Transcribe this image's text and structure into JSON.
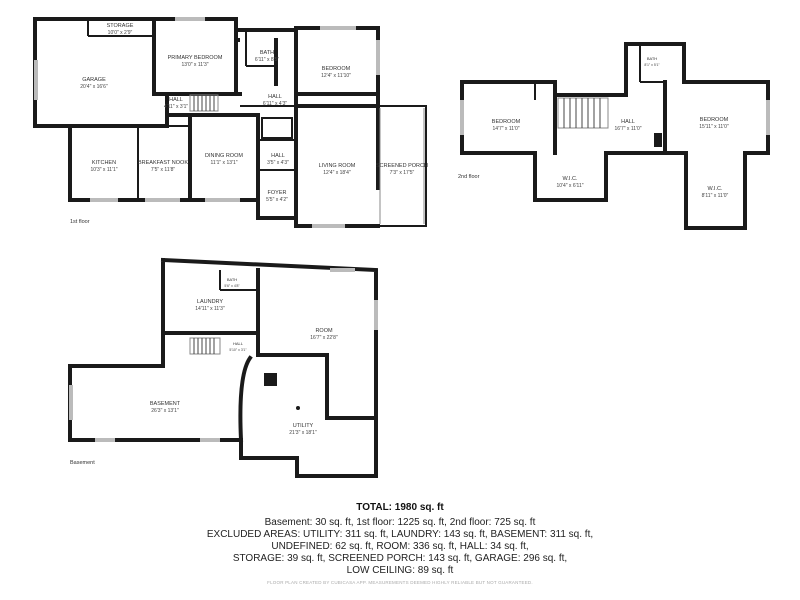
{
  "floors": {
    "first": {
      "label": "1st floor",
      "rooms": {
        "storage": {
          "name": "STORAGE",
          "dim": "10'0\" x 2'9\""
        },
        "garage": {
          "name": "GARAGE",
          "dim": "20'4\" x 16'6\""
        },
        "primary_bedroom": {
          "name": "PRIMARY BEDROOM",
          "dim": "13'0\" x 11'3\""
        },
        "bath": {
          "name": "BATH",
          "dim": "6'11\" x 8'5\""
        },
        "bedroom": {
          "name": "BEDROOM",
          "dim": "12'4\" x 11'10\""
        },
        "hall_top": {
          "name": "HALL",
          "dim": "6'11\" x 4'3\""
        },
        "hall_small": {
          "name": "HALL",
          "dim": "4'11\" x 3'1\""
        },
        "kitchen": {
          "name": "KITCHEN",
          "dim": "10'3\" x 11'1\""
        },
        "breakfast_nook": {
          "name": "BREAKFAST NOOK",
          "dim": "7'5\" x 11'8\""
        },
        "dining_room": {
          "name": "DINING ROOM",
          "dim": "11'1\" x 13'1\""
        },
        "hall_mid": {
          "name": "HALL",
          "dim": "3'5\" x 4'3\""
        },
        "foyer": {
          "name": "FOYER",
          "dim": "5'5\" x 4'2\""
        },
        "living_room": {
          "name": "LIVING ROOM",
          "dim": "12'4\" x 18'4\""
        },
        "screened_porch": {
          "name": "SCREENED PORCH",
          "dim": "7'3\" x 17'5\""
        }
      }
    },
    "second": {
      "label": "2nd floor",
      "rooms": {
        "bedroom_left": {
          "name": "BEDROOM",
          "dim": "14'7\" x 11'0\""
        },
        "hall": {
          "name": "HALL",
          "dim": "16'7\" x 11'0\""
        },
        "bath": {
          "name": "BATH",
          "dim": "8'1\" x 5'1\""
        },
        "bedroom_right": {
          "name": "BEDROOM",
          "dim": "15'11\" x 11'0\""
        },
        "wic_left": {
          "name": "W.I.C.",
          "dim": "10'4\" x 6'11\""
        },
        "wic_right": {
          "name": "W.I.C.",
          "dim": "8'11\" x 11'0\""
        }
      }
    },
    "basement": {
      "label": "Basement",
      "rooms": {
        "bath": {
          "name": "BATH",
          "dim": "5'6\" x 4'8\""
        },
        "laundry": {
          "name": "LAUNDRY",
          "dim": "14'11\" x 11'3\""
        },
        "room": {
          "name": "ROOM",
          "dim": "16'7\" x 22'8\""
        },
        "hall": {
          "name": "HALL",
          "dim": "5'10\" x 3'1\""
        },
        "basement": {
          "name": "BASEMENT",
          "dim": "26'3\" x 13'1\""
        },
        "utility": {
          "name": "UTILITY",
          "dim": "21'3\" x 18'1\""
        }
      }
    }
  },
  "summary": {
    "total": "TOTAL: 1980 sq. ft",
    "lines": [
      "Basement: 30 sq. ft, 1st floor: 1225 sq. ft, 2nd floor: 725 sq. ft",
      "EXCLUDED AREAS: UTILITY: 311 sq. ft, LAUNDRY: 143 sq. ft, BASEMENT: 311 sq. ft,",
      "UNDEFINED: 62 sq. ft, ROOM: 336 sq. ft, HALL: 34 sq. ft,",
      "STORAGE: 39 sq. ft, SCREENED PORCH: 143 sq. ft, GARAGE: 296 sq. ft,",
      "LOW CEILING: 89 sq. ft"
    ],
    "disclaimer": "FLOOR PLAN CREATED BY CUBICASA APP. MEASUREMENTS DEEMED HIGHLY RELIABLE BUT NOT GUARANTEED."
  }
}
